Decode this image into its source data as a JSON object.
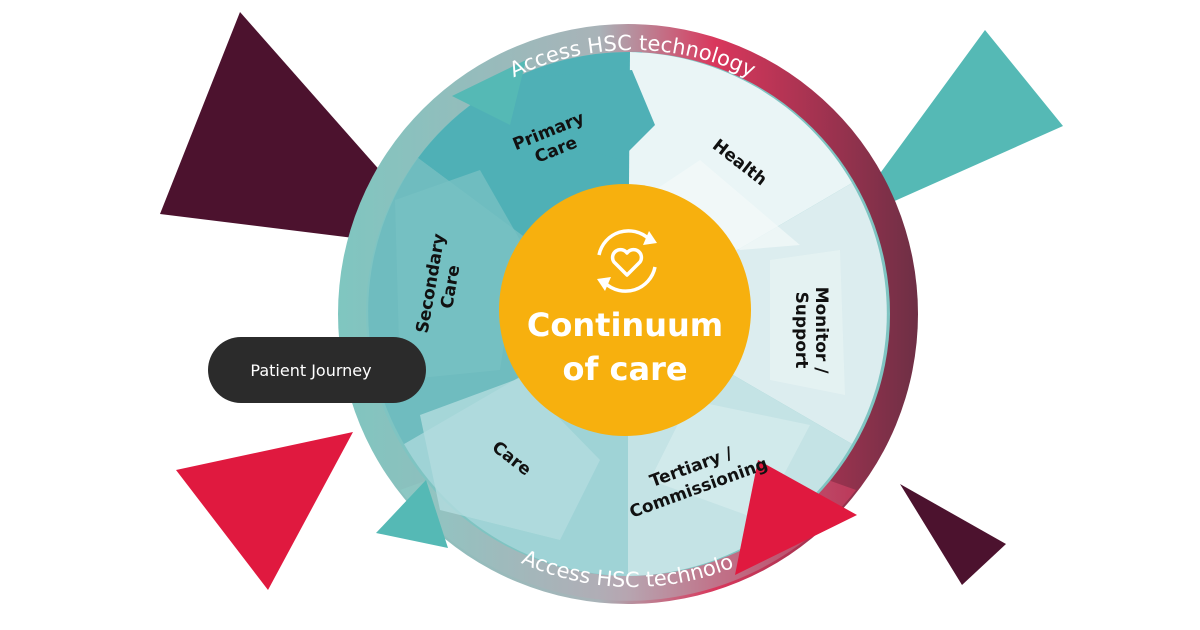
{
  "diagram": {
    "center_label_line1": "Continuum",
    "center_label_line2": "of care",
    "center_icon": "heart-cycle-icon",
    "ring_text_top": "Access HSC technology",
    "ring_text_bottom": "Access HSC technolo",
    "pill_label": "Patient Journey",
    "segments": [
      {
        "line1": "Primary",
        "line2": "Care"
      },
      {
        "line1": "Health",
        "line2": ""
      },
      {
        "line1": "Monitor /",
        "line2": "Support"
      },
      {
        "line1": "Tertiary /",
        "line2": "Commissioning"
      },
      {
        "line1": "Care",
        "line2": ""
      },
      {
        "line1": "Secondary",
        "line2": "Care"
      }
    ],
    "colors": {
      "center": "#f7b00e",
      "ring_teal": "#7dc3bf",
      "ring_red": "#d9375c",
      "ring_maroon": "#6e2f45",
      "segment_dark_teal": "#50b0b5",
      "segment_light": "#e9f4f5",
      "segment_mid": "#a8d6d8",
      "triangle_maroon": "#4c122e",
      "triangle_red": "#e0193f",
      "triangle_teal": "#55b9b5",
      "pill": "#2b2b2b"
    }
  }
}
